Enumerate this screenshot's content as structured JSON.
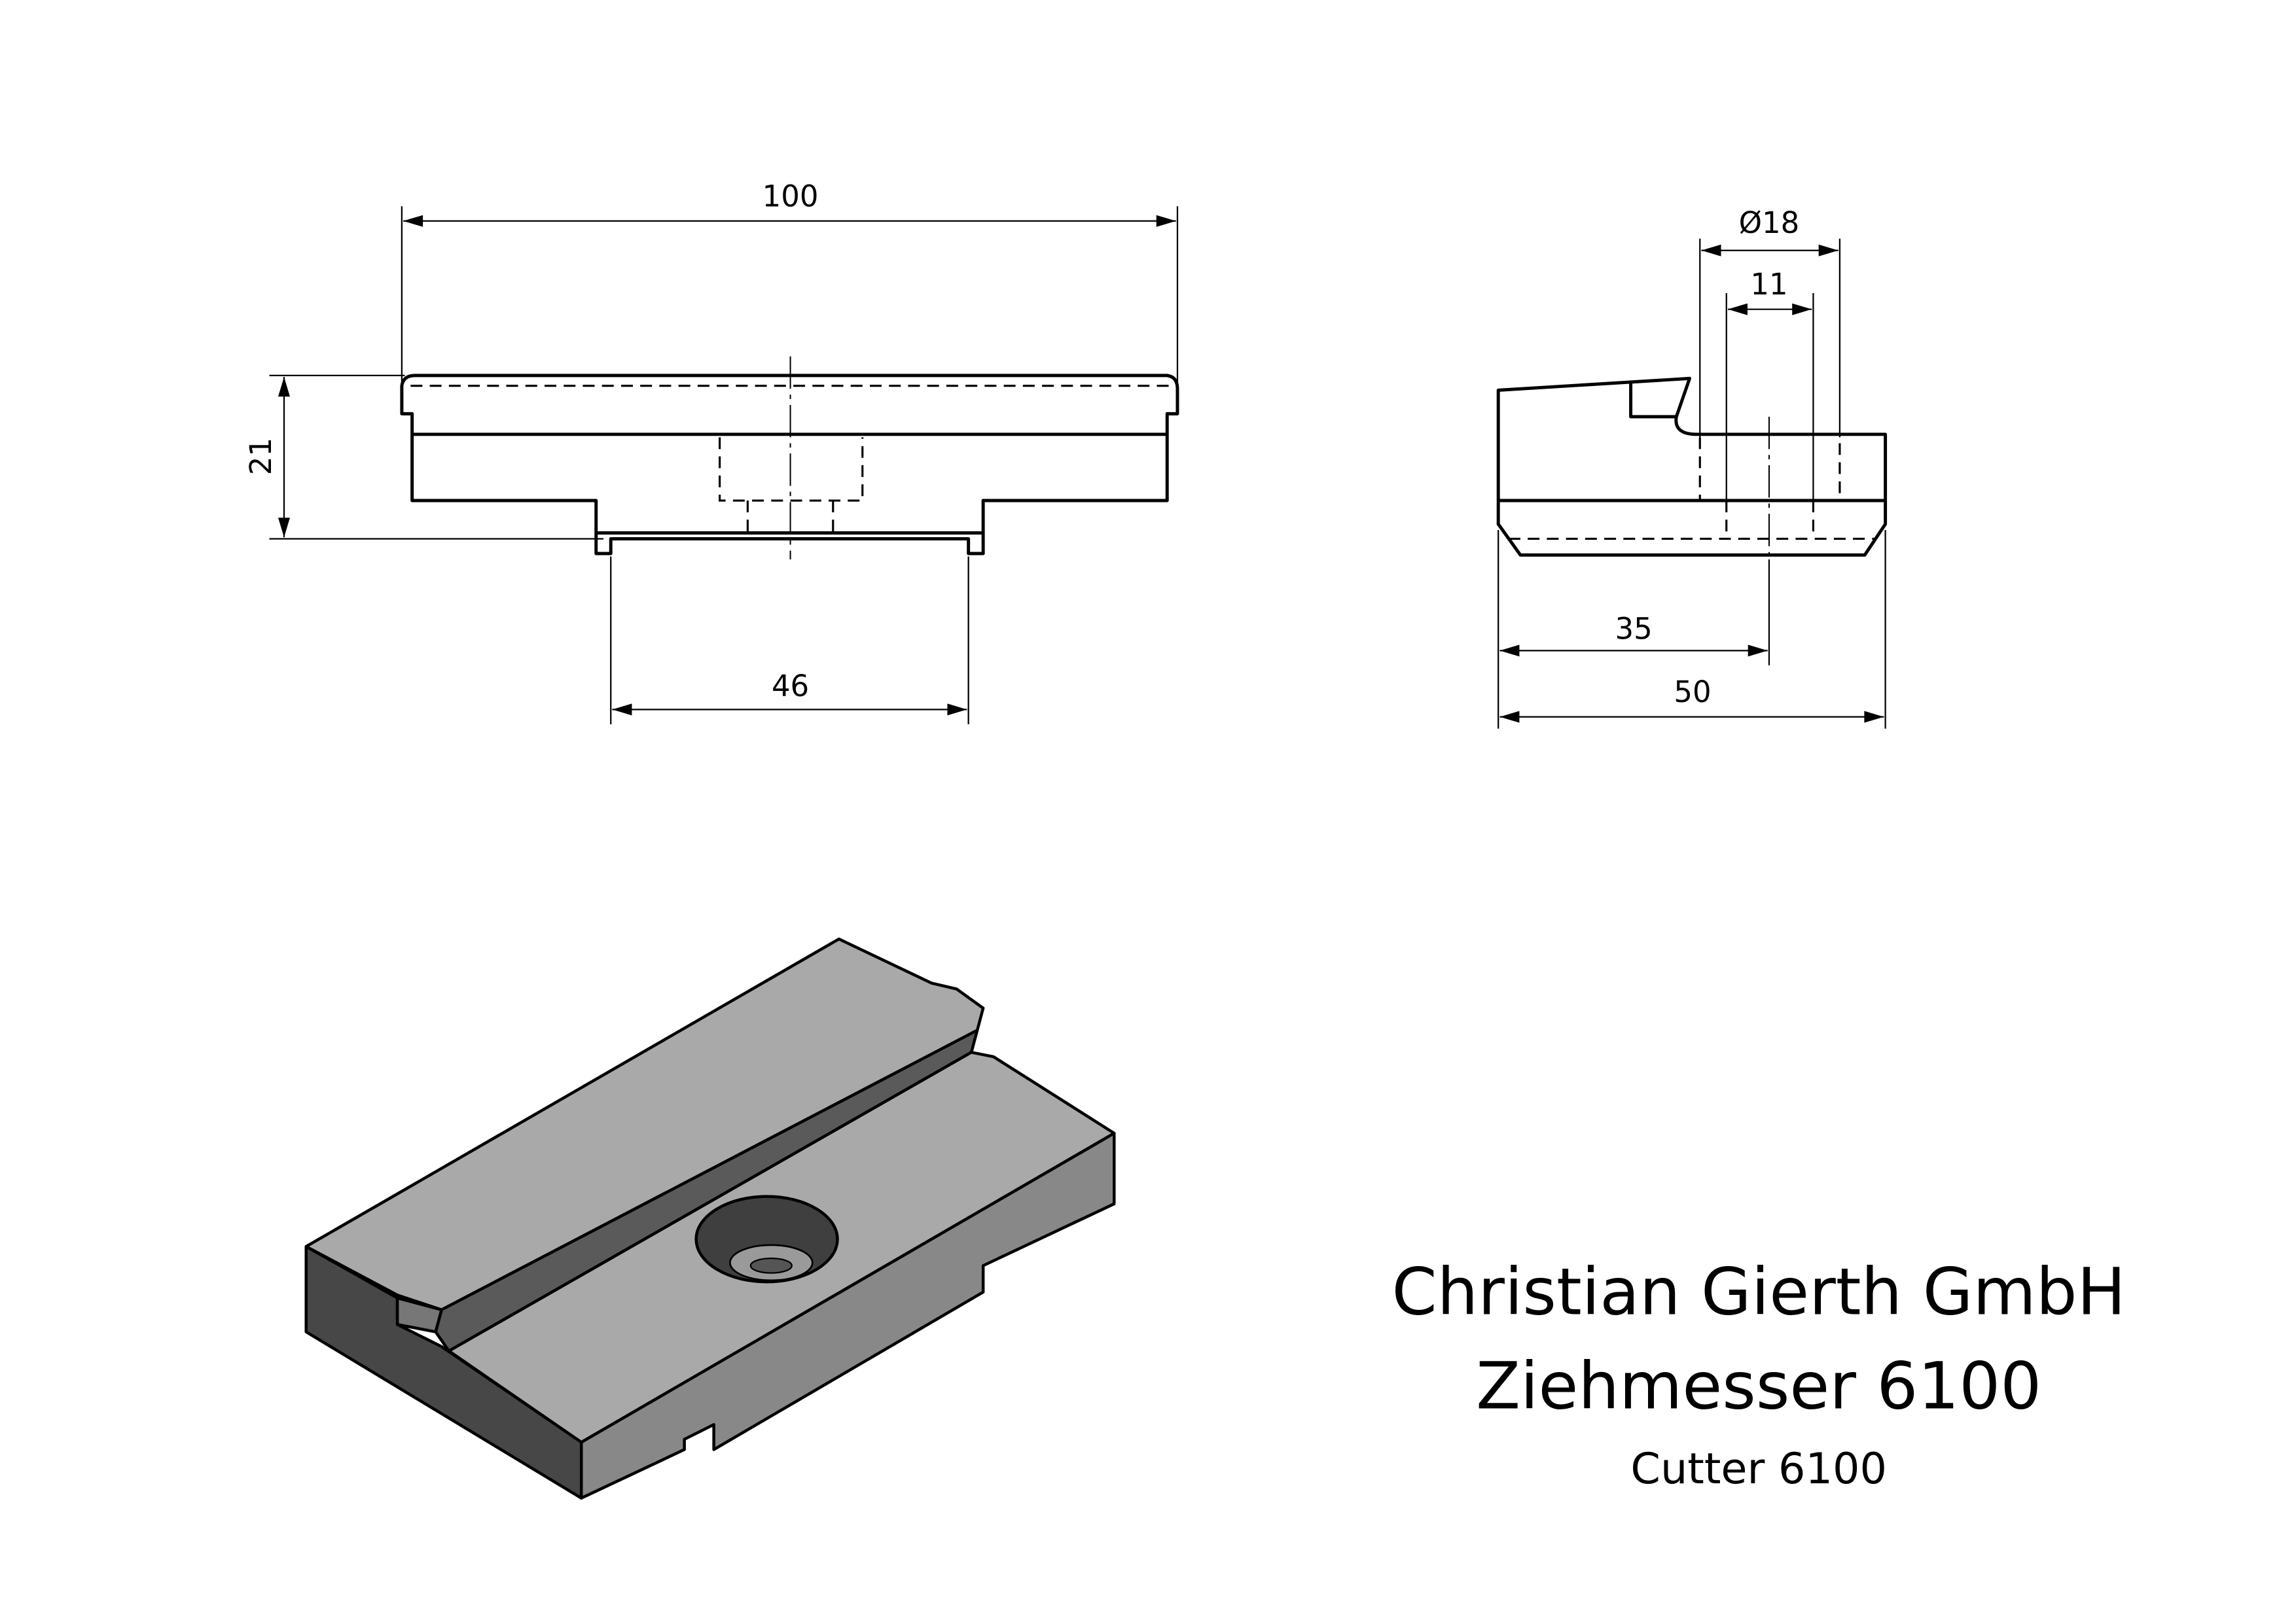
{
  "front_view": {
    "dim_length": "100",
    "dim_height": "21",
    "dim_tab_width": "46"
  },
  "side_view": {
    "dim_hole_diameter": "Ø18",
    "dim_hole_inner": "11",
    "dim_hole_position": "35",
    "dim_width": "50"
  },
  "iso_view": {
    "colors": {
      "top": "#a9a9a9",
      "side": "#888888",
      "front": "#474747",
      "groove": "#5a5a5a"
    }
  },
  "title_block": {
    "company": "Christian Gierth GmbH",
    "product_de": "Ziehmesser 6100",
    "product_en": "Cutter 6100"
  }
}
